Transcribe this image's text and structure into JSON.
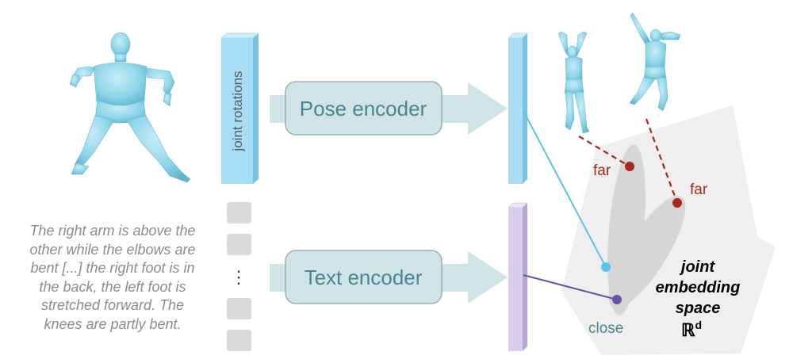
{
  "pose_vector_label": "joint rotations",
  "pose_encoder_label": "Pose encoder",
  "text_encoder_label": "Text encoder",
  "token_ellipsis": "⋮",
  "caption_lines": [
    "The right arm is above the",
    "other while the elbows are",
    "bent [...] the right foot is in",
    "the back, the left foot is",
    "stretched forward. The",
    "knees are partly bent."
  ],
  "far_label": "far",
  "close_label": "close",
  "space_label": {
    "line1": "joint",
    "line2": "embedding",
    "line3": "space",
    "symbol": "ℝ",
    "superscript": "d"
  },
  "colors": {
    "body_mesh": "#8fd6ea",
    "pose_bar": "#a8def5",
    "text_bar": "#d8cdea",
    "encoder_fill": "#d0e3e6",
    "encoder_text": "#4a8590",
    "far": "#a8281c",
    "close": "#4a8590",
    "pose_point": "#55c4ee",
    "text_point": "#6a50a8",
    "token_box": "#d9d9d9"
  }
}
